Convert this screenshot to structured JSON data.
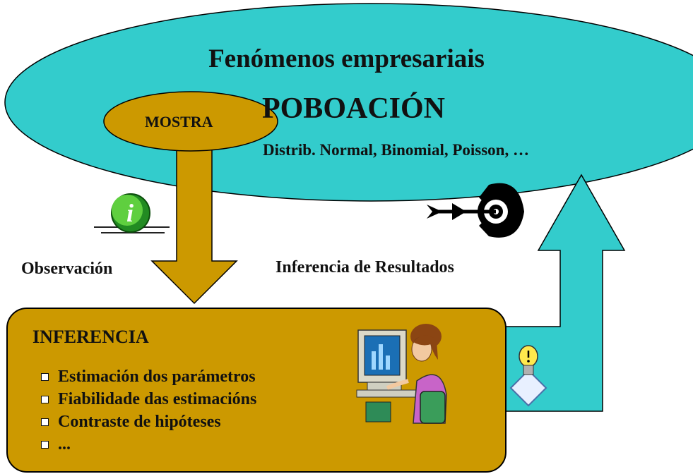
{
  "population": {
    "title": "Fenómenos empresariais",
    "label": "POBOACIÓN",
    "distributions": "Distrib. Normal, Binomial, Poisson, …"
  },
  "sample": {
    "label": "MOSTRA"
  },
  "observation": {
    "label": "Observación",
    "icon": "info-icon"
  },
  "results": {
    "label": "Inferencia de Resultados",
    "icon": "target-arrow-icon"
  },
  "inference": {
    "title": "INFERENCIA",
    "items": [
      "Estimación dos parámetros",
      "Fiabilidade das estimacións",
      "Contraste de hipóteses",
      "..."
    ],
    "icon": "person-at-computer-icon"
  },
  "idea": {
    "icon": "lightbulb-icon"
  },
  "colors": {
    "population_fill": "#33CCCC",
    "gold": "#CC9900",
    "outline": "#000000"
  }
}
